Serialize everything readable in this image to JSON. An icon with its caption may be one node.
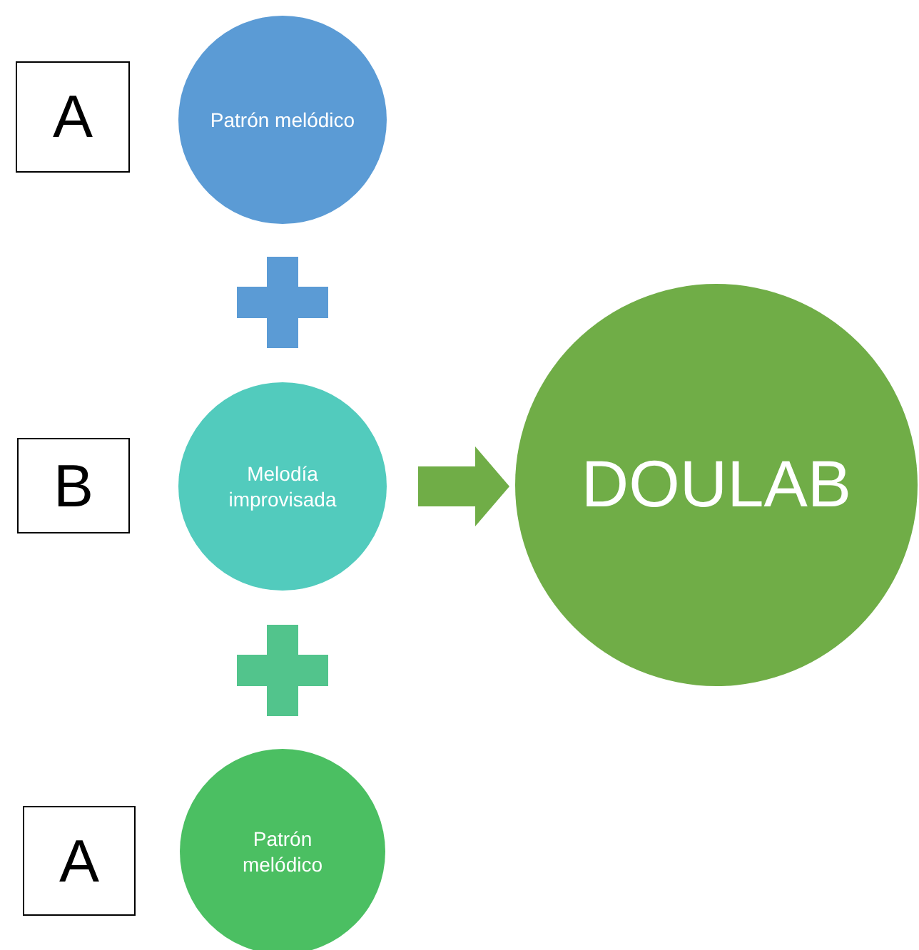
{
  "diagram": {
    "nodes": [
      {
        "text": [
          "A"
        ]
      },
      {
        "text": [
          "Patrón melódico"
        ]
      },
      {
        "text": [
          "B"
        ]
      },
      {
        "text": [
          "Melodía improvisada"
        ]
      },
      {
        "text": [
          "A"
        ]
      },
      {
        "text": [
          "Patrón melódico"
        ]
      },
      {
        "text": [
          "DOULAB"
        ]
      }
    ],
    "edges": [
      {
        "from": 3,
        "to": 6,
        "arrow": "to"
      }
    ]
  }
}
